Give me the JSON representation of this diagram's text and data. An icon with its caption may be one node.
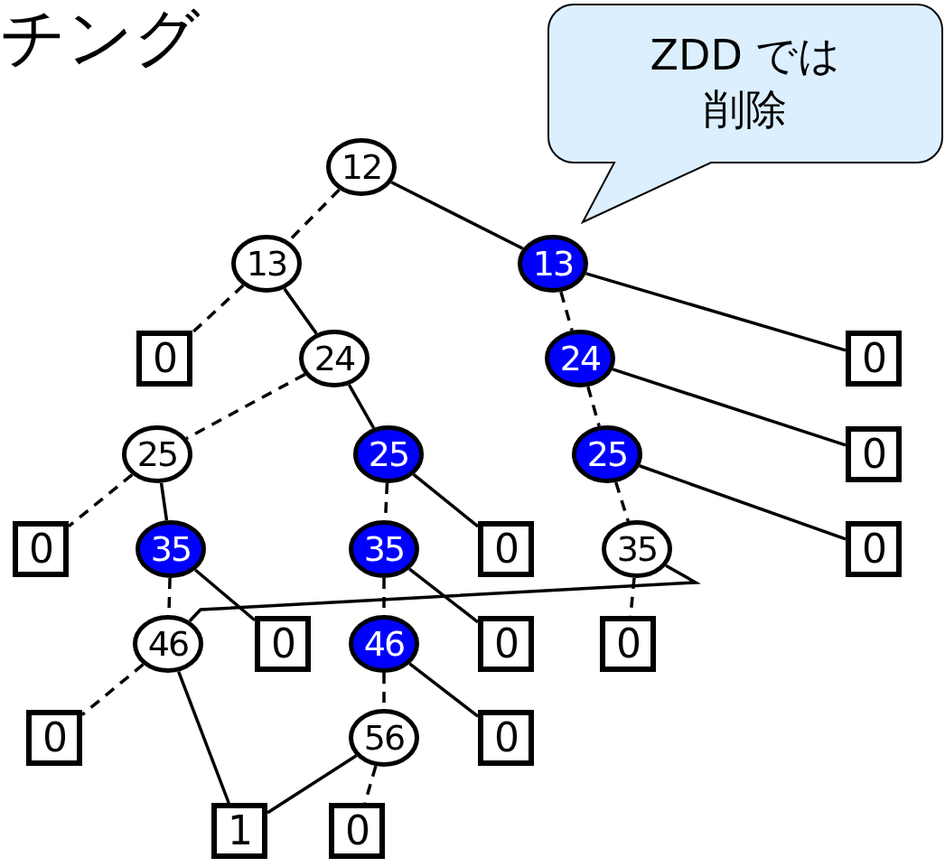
{
  "diagram": {
    "title": "チング",
    "nodes": [
      {
        "text": [
          "ZDD では削除"
        ]
      },
      {
        "text": [
          "12"
        ]
      },
      {
        "text": [
          "13"
        ]
      },
      {
        "text": [
          "13"
        ]
      },
      {
        "text": [
          "0"
        ]
      },
      {
        "text": [
          "24"
        ]
      },
      {
        "text": [
          "24"
        ]
      },
      {
        "text": [
          "0"
        ]
      },
      {
        "text": [
          "25"
        ]
      },
      {
        "text": [
          "25"
        ]
      },
      {
        "text": [
          "25"
        ]
      },
      {
        "text": [
          "0"
        ]
      },
      {
        "text": [
          "0"
        ]
      },
      {
        "text": [
          "35"
        ]
      },
      {
        "text": [
          "35"
        ]
      },
      {
        "text": [
          "0"
        ]
      },
      {
        "text": [
          "35"
        ]
      },
      {
        "text": [
          "0"
        ]
      },
      {
        "text": [
          "46"
        ]
      },
      {
        "text": [
          "0"
        ]
      },
      {
        "text": [
          "46"
        ]
      },
      {
        "text": [
          "0"
        ]
      },
      {
        "text": [
          "0"
        ]
      },
      {
        "text": [
          "0"
        ]
      },
      {
        "text": [
          "56"
        ]
      },
      {
        "text": [
          "0"
        ]
      },
      {
        "text": [
          "1"
        ]
      },
      {
        "text": [
          "0"
        ]
      }
    ],
    "edges": [
      {
        "from": 1,
        "to": 2,
        "arrow": "none",
        "style": "dashed"
      },
      {
        "from": 1,
        "to": 3,
        "arrow": "none"
      },
      {
        "from": 2,
        "to": 4,
        "arrow": "none",
        "style": "dashed"
      },
      {
        "from": 2,
        "to": 5,
        "arrow": "none"
      },
      {
        "from": 3,
        "to": 6,
        "arrow": "none",
        "style": "dashed"
      },
      {
        "from": 3,
        "to": 7,
        "arrow": "none"
      },
      {
        "from": 5,
        "to": 8,
        "arrow": "none",
        "style": "dashed"
      },
      {
        "from": 5,
        "to": 9,
        "arrow": "none"
      },
      {
        "from": 6,
        "to": 10,
        "arrow": "none",
        "style": "dashed"
      },
      {
        "from": 6,
        "to": 11,
        "arrow": "none"
      },
      {
        "from": 8,
        "to": 12,
        "arrow": "none",
        "style": "dashed"
      },
      {
        "from": 8,
        "to": 13,
        "arrow": "none"
      },
      {
        "from": 9,
        "to": 14,
        "arrow": "none",
        "style": "dashed"
      },
      {
        "from": 9,
        "to": 15,
        "arrow": "none"
      },
      {
        "from": 10,
        "to": 16,
        "arrow": "none",
        "style": "dashed"
      },
      {
        "from": 10,
        "to": 17,
        "arrow": "none"
      },
      {
        "from": 13,
        "to": 18,
        "arrow": "none",
        "style": "dashed"
      },
      {
        "from": 13,
        "to": 19,
        "arrow": "none"
      },
      {
        "from": 14,
        "to": 20,
        "arrow": "none",
        "style": "dashed"
      },
      {
        "from": 14,
        "to": 21,
        "arrow": "none"
      },
      {
        "from": 16,
        "to": 22,
        "arrow": "none",
        "style": "dashed"
      },
      {
        "from": 16,
        "to": 18,
        "arrow": "none"
      },
      {
        "from": 18,
        "to": 23,
        "arrow": "none",
        "style": "dashed"
      },
      {
        "from": 18,
        "to": 26,
        "arrow": "none"
      },
      {
        "from": 20,
        "to": 24,
        "arrow": "none",
        "style": "dashed"
      },
      {
        "from": 20,
        "to": 25,
        "arrow": "none"
      },
      {
        "from": 24,
        "to": 27,
        "arrow": "none",
        "style": "dashed"
      },
      {
        "from": 24,
        "to": 26,
        "arrow": "none"
      }
    ]
  }
}
